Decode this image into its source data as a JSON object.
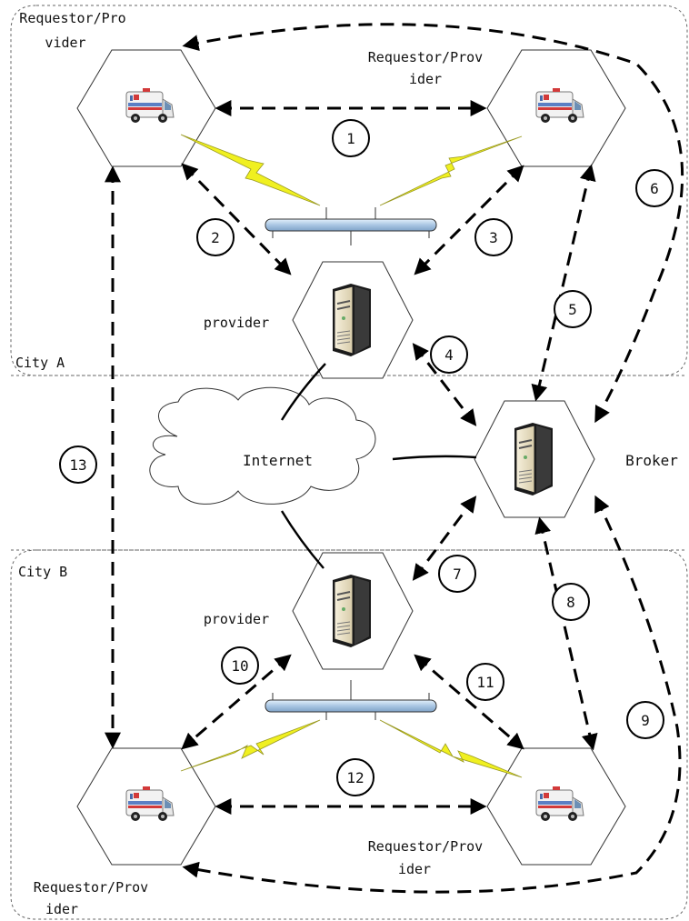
{
  "regions": {
    "city_a": "City A",
    "city_b": "City B"
  },
  "nodes": {
    "top_left_line1": "Requestor/Pro",
    "top_left_line2": "vider",
    "top_right_line1": "Requestor/Prov",
    "top_right_line2": "ider",
    "provider_a": "provider",
    "internet": "Internet",
    "broker": "Broker",
    "provider_b": "provider",
    "bottom_right_line1": "Requestor/Prov",
    "bottom_right_line2": "ider",
    "bottom_left_line1": "Requestor/Prov",
    "bottom_left_line2": "ider"
  },
  "steps": [
    "1",
    "2",
    "3",
    "4",
    "5",
    "6",
    "7",
    "8",
    "9",
    "10",
    "11",
    "12",
    "13"
  ],
  "colors": {
    "bolt": "#f0f020",
    "bus": "#b9d3ea",
    "ambulance_body": "#eeeeee",
    "server": "#e9dfc2"
  }
}
